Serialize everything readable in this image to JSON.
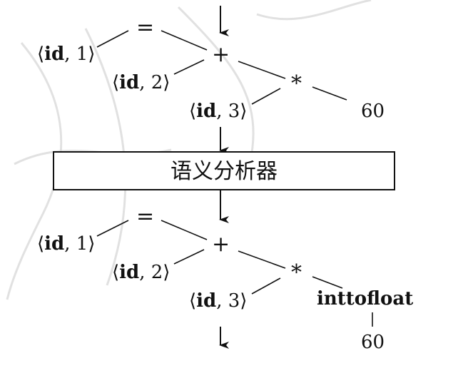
{
  "box_label": "语义分析器",
  "tree_before": {
    "assign": "=",
    "plus": "+",
    "times": "*",
    "leaf1": {
      "name": "id",
      "num": "1"
    },
    "leaf2": {
      "name": "id",
      "num": "2"
    },
    "leaf3": {
      "name": "id",
      "num": "3"
    },
    "const": "60"
  },
  "tree_after": {
    "assign": "=",
    "plus": "+",
    "times": "*",
    "leaf1": {
      "name": "id",
      "num": "1"
    },
    "leaf2": {
      "name": "id",
      "num": "2"
    },
    "leaf3": {
      "name": "id",
      "num": "3"
    },
    "conversion": "inttofloat",
    "const": "60"
  },
  "colors": {
    "ink": "#111111",
    "watermark": "#c8c8c8"
  }
}
